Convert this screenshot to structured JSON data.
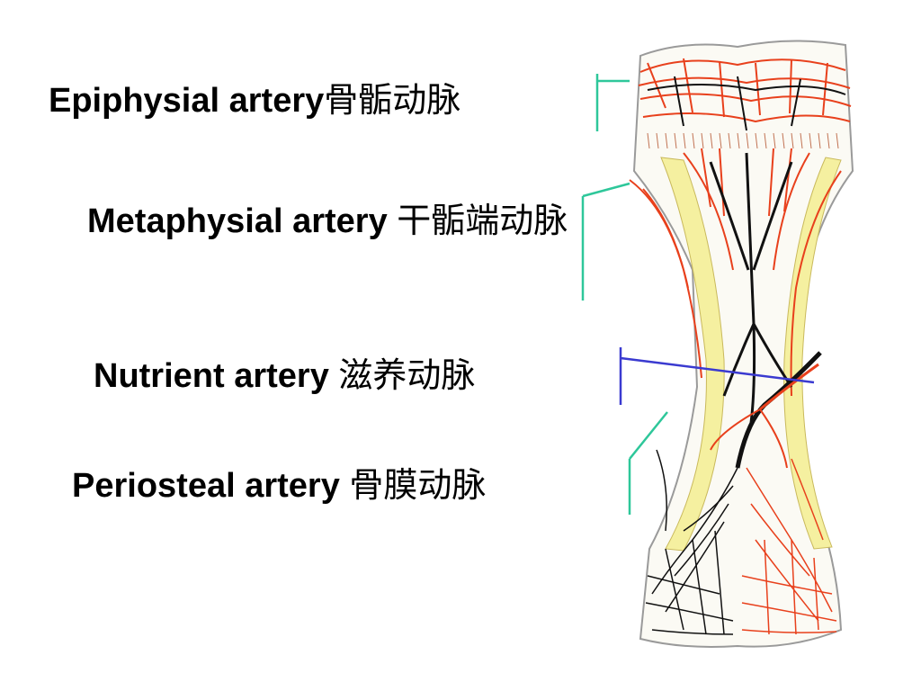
{
  "labels": [
    {
      "id": "epiphysial",
      "en": "Epiphysial artery",
      "cn": "骨骺动脉"
    },
    {
      "id": "metaphysial",
      "en": "Metaphysial artery ",
      "cn": "干骺端动脉"
    },
    {
      "id": "nutrient",
      "en": "Nutrient artery ",
      "cn": "滋养动脉"
    },
    {
      "id": "periosteal",
      "en": "Periosteal artery ",
      "cn": "骨膜动脉"
    }
  ],
  "colors": {
    "leader_green": "#2ec79a",
    "leader_blue": "#3a3ad0",
    "artery_red": "#e8401c",
    "vessel_black": "#111111",
    "cortex_yellow": "#f5f0a0",
    "bone_outline": "#9a9a9a"
  }
}
